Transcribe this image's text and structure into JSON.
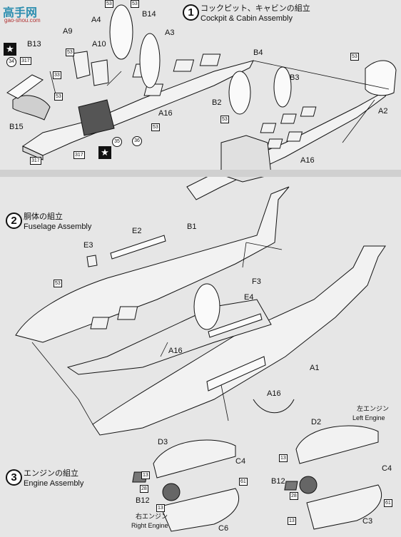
{
  "watermark": {
    "title": "高手网",
    "url": "gao-shou.com"
  },
  "steps": [
    {
      "num": "1",
      "jp": "コックピット、キャビンの組立",
      "en": "Cockpit & Cabin Assembly"
    },
    {
      "num": "2",
      "jp": "胴体の組立",
      "en": "Fuselage Assembly"
    },
    {
      "num": "3",
      "jp": "エンジンの組立",
      "en": "Engine Assembly"
    }
  ],
  "engine_side": {
    "left_jp": "左エンジン",
    "left_en": "Left Engine",
    "right_jp": "右エンジン",
    "right_en": "Right Engine"
  },
  "parts": {
    "A1": "A1",
    "A2": "A2",
    "A3": "A3",
    "A4": "A4",
    "A9": "A9",
    "A10": "A10",
    "A16": "A16",
    "B1": "B1",
    "B2": "B2",
    "B3": "B3",
    "B4": "B4",
    "B12": "B12",
    "B13": "B13",
    "B14": "B14",
    "B15": "B15",
    "C3": "C3",
    "C4": "C4",
    "C6": "C6",
    "D2": "D2",
    "D3": "D3",
    "E2": "E2",
    "E3": "E3",
    "E4": "E4",
    "F3": "F3"
  },
  "paint": {
    "p53": "53",
    "p317": "317",
    "p33": "33",
    "p13": "13",
    "p28": "28",
    "p61": "61",
    "c34": "34",
    "c35": "35",
    "c36": "36"
  },
  "star": "★"
}
